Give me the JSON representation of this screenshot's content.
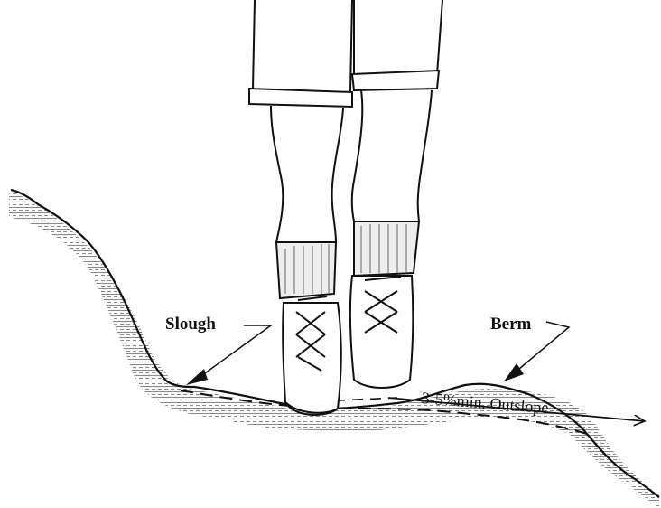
{
  "labels": {
    "slough": "Slough",
    "berm": "Berm",
    "outslope": "3-5%min. Outslope"
  },
  "colors": {
    "ink": "#111111",
    "hatch": "#8a8a8a",
    "background": "#ffffff"
  }
}
